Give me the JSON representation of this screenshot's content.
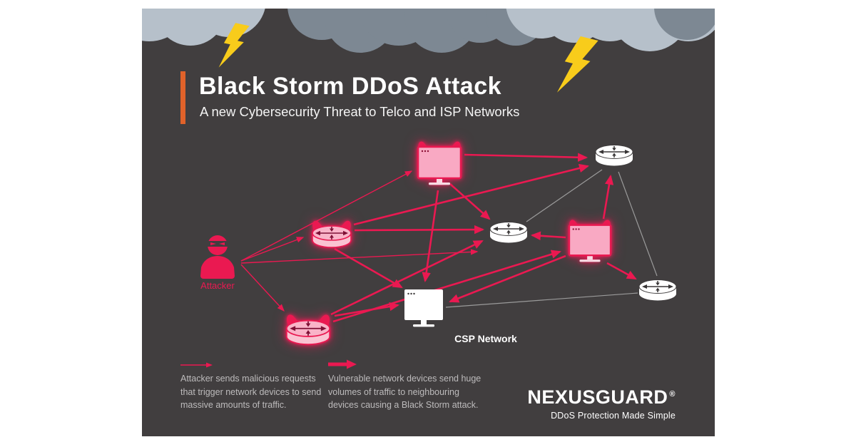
{
  "header": {
    "title": "Black Storm DDoS Attack",
    "subtitle": "A new Cybersecurity Threat to Telco and ISP Networks"
  },
  "diagram": {
    "attacker_label": "Attacker",
    "csp_label": "CSP Network",
    "nodes": [
      {
        "id": "attacker",
        "type": "attacker",
        "state": "malicious",
        "label": "Attacker"
      },
      {
        "id": "infected-router-1",
        "type": "router",
        "state": "infected"
      },
      {
        "id": "infected-router-2",
        "type": "router",
        "state": "infected"
      },
      {
        "id": "infected-computer-1",
        "type": "computer",
        "state": "infected"
      },
      {
        "id": "infected-computer-2",
        "type": "computer",
        "state": "infected"
      },
      {
        "id": "router-center",
        "type": "router",
        "state": "normal"
      },
      {
        "id": "router-top-right",
        "type": "router",
        "state": "normal"
      },
      {
        "id": "router-bottom-right",
        "type": "router",
        "state": "normal"
      },
      {
        "id": "csp-computer",
        "type": "computer",
        "state": "target",
        "label": "CSP Network"
      }
    ],
    "link_types": [
      {
        "name": "malicious-request",
        "style": "thin-crimson-arrow"
      },
      {
        "name": "attack-traffic",
        "style": "thick-crimson-arrow"
      },
      {
        "name": "network-link",
        "style": "thin-gray-line"
      }
    ]
  },
  "legend": {
    "items": [
      {
        "arrow": "thin",
        "text": "Attacker sends malicious requests\nthat trigger network devices to send\nmassive amounts of traffic."
      },
      {
        "arrow": "thick",
        "text": "Vulnerable network devices send huge\nvolumes of traffic to neighbouring\ndevices causing a Black Storm attack."
      }
    ]
  },
  "brand": {
    "logo": "NEXUSGUARD",
    "registered": "®",
    "tagline": "DDoS Protection Made Simple"
  },
  "colors": {
    "panel_background": "#413e3f",
    "page_background": "#ffffff",
    "crimson": "#ea1951",
    "infected_fill": "#f9aec7",
    "accent_orange": "#e0622a",
    "lightning_yellow": "#f8cc1b",
    "cloud_light": "#b6c0ca",
    "cloud_dark": "#7d8893",
    "legend_text": "#bdbbbc",
    "device_white": "#ffffff"
  }
}
